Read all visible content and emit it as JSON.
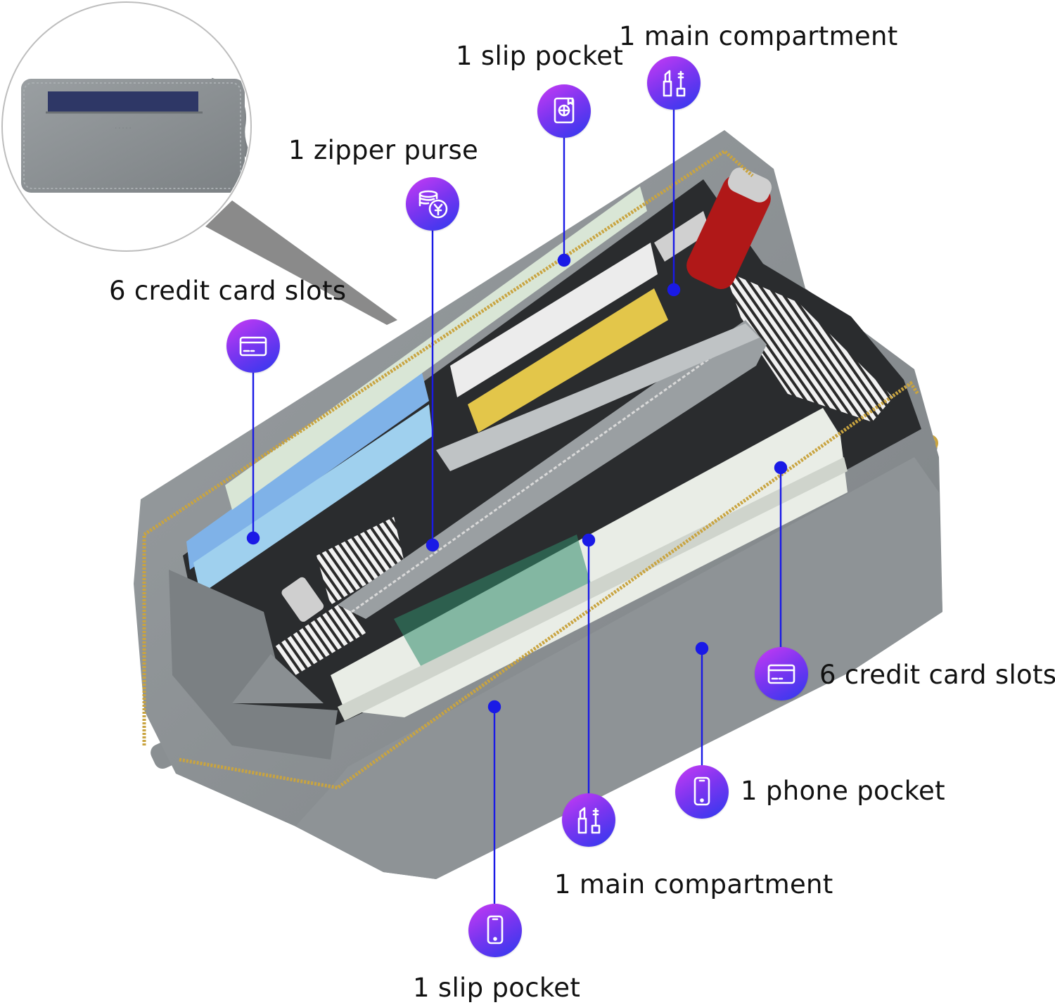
{
  "labels": {
    "slip_pocket_top": "1 slip pocket",
    "main_compartment_top": "1 main compartment",
    "zipper_purse": "1 zipper purse",
    "card_slots_left": "6 credit card slots",
    "card_slots_right": "6 credit card slots",
    "phone_pocket": "1 phone pocket",
    "main_compartment_bottom": "1 main compartment",
    "slip_pocket_bottom": "1 slip pocket"
  },
  "colors": {
    "leather": "#8e9396",
    "leather_dark": "#6f7477",
    "zipper": "#c9a440",
    "callout_line": "#1a1ae6",
    "badge_start": "#c93bf4",
    "badge_end": "#2d39ee"
  },
  "icons": {
    "passport": "passport-icon",
    "makeup": "lipstick-mascara-icon",
    "coins": "coins-yuan-icon",
    "card": "credit-card-icon",
    "phone": "phone-icon"
  }
}
